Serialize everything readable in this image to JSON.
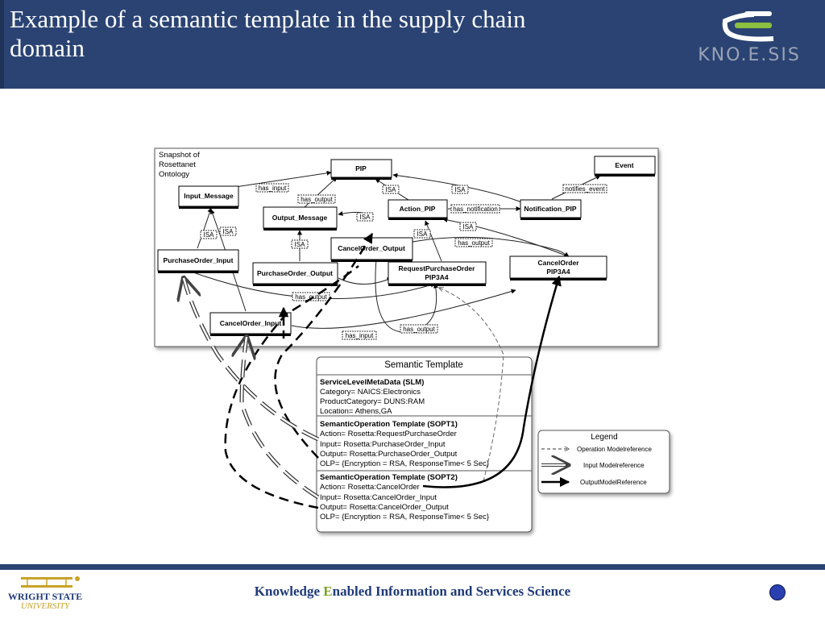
{
  "slide": {
    "title": "Example of a semantic template in the supply chain domain",
    "logo_text": "KNO.E.SIS",
    "footer_pre": "Knowledge ",
    "footer_accent": "E",
    "footer_post": "nabled Information and Services Science",
    "university_name": "WRIGHT STATE",
    "university_sub": "UNIVERSITY"
  },
  "ontology": {
    "caption": [
      "Snapshot of",
      "Rosettanet",
      "Ontology"
    ],
    "nodes": {
      "pip": "PIP",
      "event": "Event",
      "input_message": "Input_Message",
      "output_message": "Output_Message",
      "action_pip": "Action_PIP",
      "notification_pip": "Notification_PIP",
      "purchaseorder_input": "PurchaseOrder_Input",
      "purchaseorder_output": "PurchaseOrder_Output",
      "cancelorder_output": "CancelOrder_Output",
      "requestpurchaseorder": [
        "RequestPurchaseOrder",
        "PIP3A4"
      ],
      "cancelorder": [
        "CancelOrder",
        "PIP3A4"
      ],
      "cancelorder_input": "CancelOrder_Input"
    },
    "edge_labels": {
      "has_input_top": "has_input",
      "has_output_top": "has_output",
      "isa_pip": "ISA",
      "isa_pip2": "ISA",
      "notifies_event": "notifies_event",
      "has_notification": "has_notification",
      "isa_om": "ISA",
      "isa_in1": "ISA",
      "isa_in2": "ISA",
      "isa_out": "ISA",
      "isa_ap": "ISA",
      "isa_ap2": "ISA",
      "has_output_mid": "has_output",
      "has_output_low": "has_output",
      "has_output_bot": "has_output",
      "has_input_bot": "has_input"
    }
  },
  "template": {
    "header": "Semantic Template",
    "slm_title": "ServiceLevelMetaData (SLM)",
    "slm_lines": [
      "Category= NAICS:Electronics",
      "ProductCategory= DUNS:RAM",
      "Location= Athens,GA"
    ],
    "sopt1_title": "SemanticOperation Template (SOPT1)",
    "sopt1_lines": [
      "Action= Rosetta:RequestPurchaseOrder",
      "Input= Rosetta:PurchaseOrder_Input",
      "Output= Rosetta:PurchaseOrder_Output",
      "OLP= {Encryption = RSA, ResponseTime< 5 Sec}"
    ],
    "sopt2_title": "SemanticOperation Template (SOPT2)",
    "sopt2_lines": [
      "Action= Rosetta:CancelOrder",
      "Input= Rosetta:CancelOrder_Input",
      "Output= Rosetta:CancelOrder_Output",
      "OLP= {Encryption = RSA, ResponseTime< 5 Sec}"
    ]
  },
  "legend": {
    "title": "Legend",
    "items": [
      "Operation Modelreference",
      "Input Modelreference",
      "OutputModelReference"
    ]
  },
  "colors": {
    "header_bg": "#2a4373",
    "footer_text": "#1f3a78",
    "accent_green": "#7aa12a",
    "logo_green": "#8bbf3f",
    "dot": "#2a3fb0"
  }
}
